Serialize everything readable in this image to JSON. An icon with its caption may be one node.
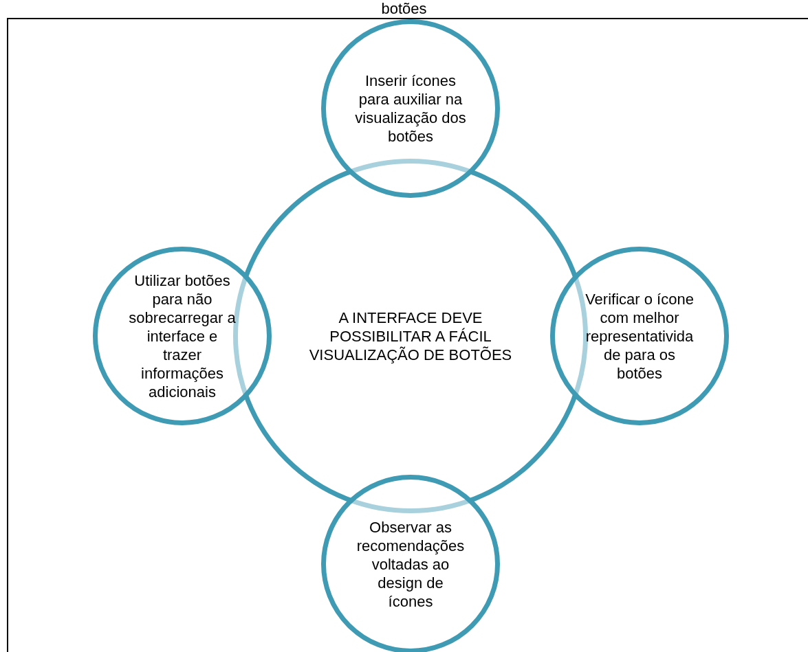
{
  "diagram": {
    "title": "botões",
    "nodes": [
      {
        "text": [
          "Inserir ícones para auxiliar na visualização dos botões"
        ]
      },
      {
        "text": [
          "Utilizar botões para não sobrecarregar a interface e trazer informações adicionais"
        ]
      },
      {
        "text": [
          "A INTERFACE DEVE POSSIBILITAR A FÁCIL VISUALIZAÇÃO DE BOTÕES"
        ]
      },
      {
        "text": [
          "Verificar o ícone com melhor representatividade para os botões"
        ]
      },
      {
        "text": [
          "Observar as recomendações voltadas ao design de ícones"
        ]
      }
    ]
  }
}
